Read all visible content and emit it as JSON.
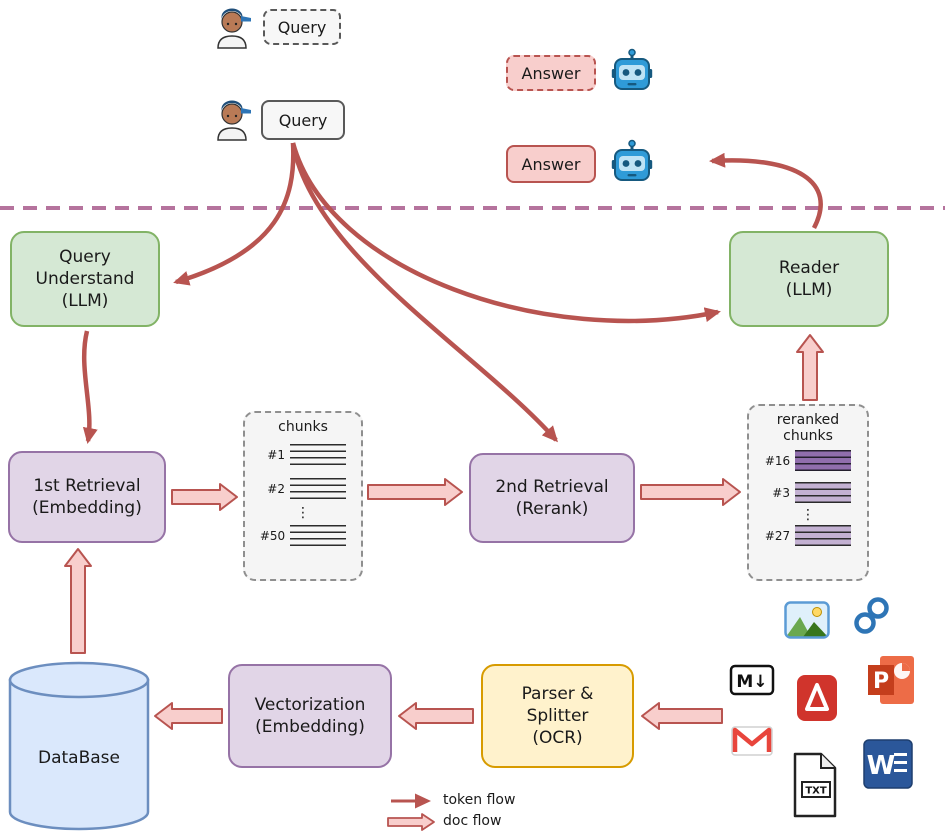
{
  "colors": {
    "green-fill": "#d5e8d4",
    "green-border": "#82b366",
    "purple-fill": "#e1d5e7",
    "purple-border": "#9673a6",
    "yellow-fill": "#fff2cc",
    "yellow-border": "#d79b00",
    "blue-fill": "#dae8fc",
    "blue-border": "#6c8ebf",
    "pink-fill": "#f8cecc",
    "pink-border": "#b85450",
    "arrow-red": "#b85450",
    "separator-purple": "#b5739d"
  },
  "top": {
    "query_draft": "Query",
    "query_final": "Query",
    "answer_draft": "Answer",
    "answer_final": "Answer"
  },
  "nodes": {
    "query_understand": {
      "lines": [
        "Query",
        "Understand",
        "(LLM)"
      ]
    },
    "reader": {
      "lines": [
        "Reader",
        "(LLM)"
      ]
    },
    "first_retrieval": {
      "lines": [
        "1st Retrieval",
        "(Embedding)"
      ]
    },
    "second_retrieval": {
      "lines": [
        "2nd Retrieval",
        "(Rerank)"
      ]
    },
    "vectorization": {
      "lines": [
        "Vectorization",
        "(Embedding)"
      ]
    },
    "parser_splitter": {
      "lines": [
        "Parser &",
        "Splitter",
        "(OCR)"
      ]
    },
    "database": {
      "label": "DataBase"
    }
  },
  "chunks": {
    "title": "chunks",
    "ids": [
      "#1",
      "#2",
      "#50"
    ],
    "dots": "⋮"
  },
  "reranked": {
    "title_lines": [
      "reranked",
      "chunks"
    ],
    "ids": [
      "#16",
      "#3",
      "#27"
    ],
    "dots": "⋮"
  },
  "legend": {
    "token": "token flow",
    "doc": "doc flow"
  },
  "icons": {
    "user": "person-with-cap",
    "robot": "robot-face",
    "sources": [
      "image",
      "hyperlink",
      "markdown",
      "pdf",
      "powerpoint",
      "gmail",
      "txt-file",
      "word"
    ]
  },
  "icon_text": {
    "markdown": "M↓",
    "txt": "TXT",
    "powerpoint": "P",
    "word": "W"
  }
}
